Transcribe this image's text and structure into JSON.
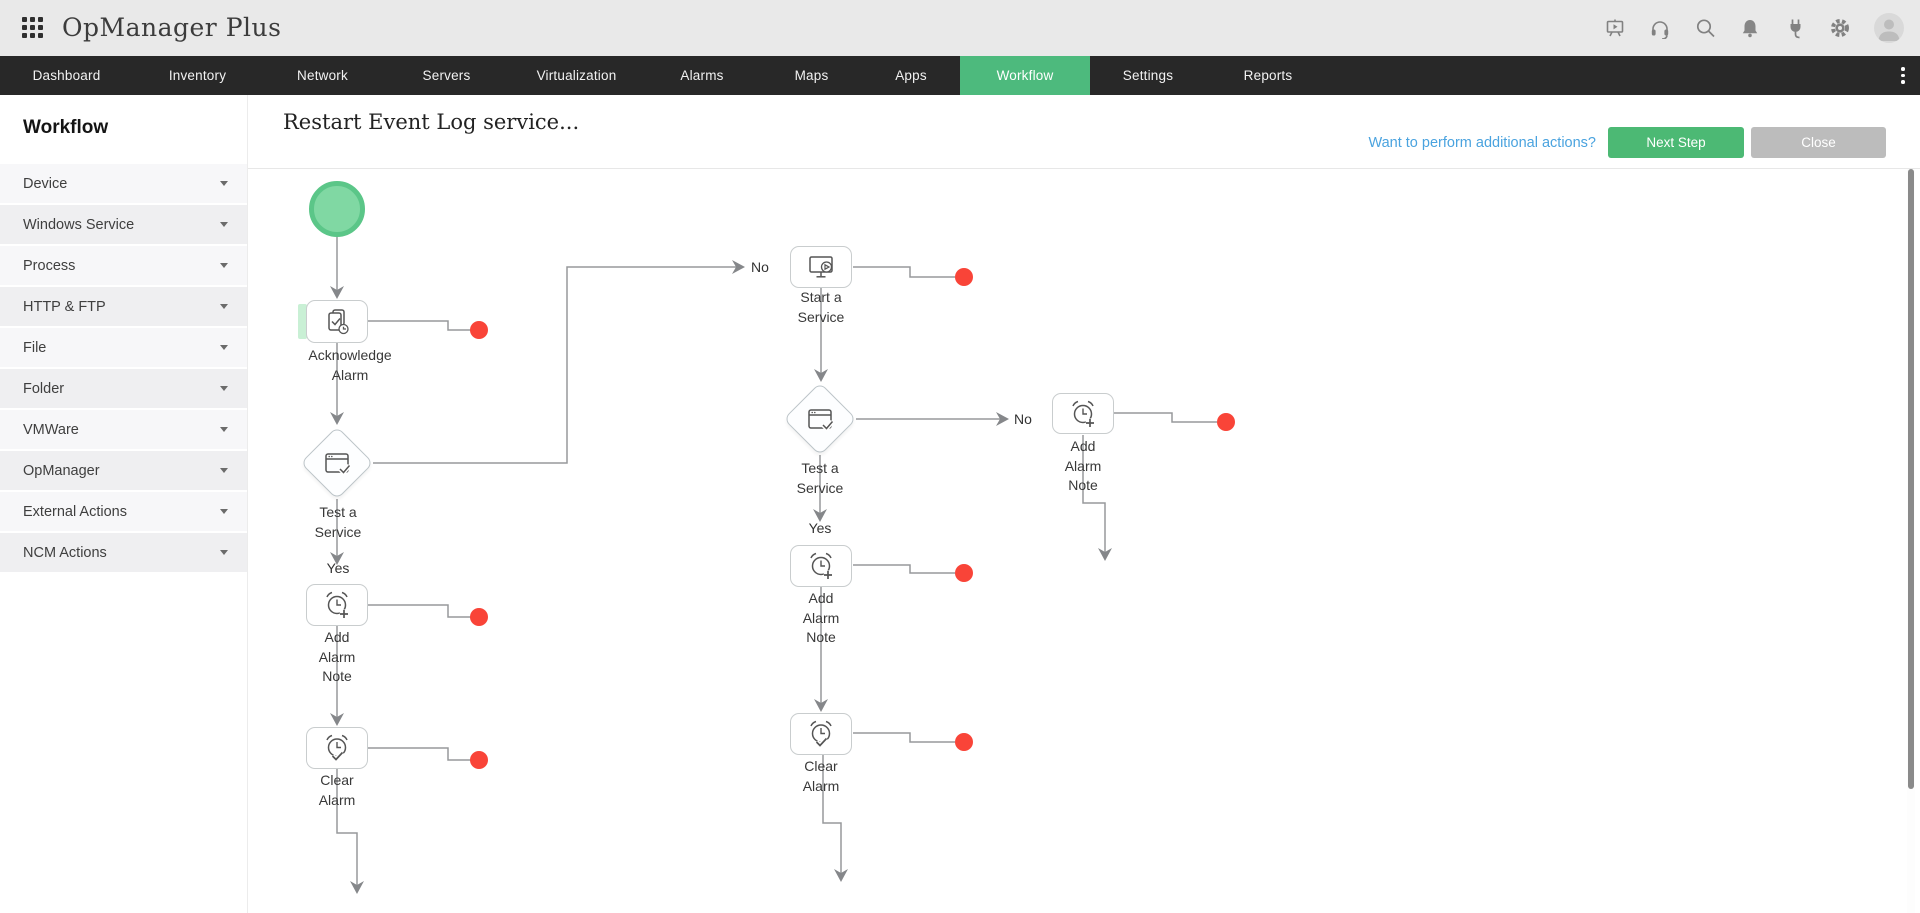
{
  "topbar": {
    "product_name": "OpManager Plus",
    "icons": [
      "apps-grid",
      "presentation-play",
      "headset",
      "search",
      "notification-bell",
      "plug",
      "settings-gear",
      "user-avatar"
    ]
  },
  "nav": {
    "tabs": [
      "Dashboard",
      "Inventory",
      "Network",
      "Servers",
      "Virtualization",
      "Alarms",
      "Maps",
      "Apps",
      "Workflow",
      "Settings",
      "Reports"
    ],
    "active_tab": "Workflow"
  },
  "sidebar": {
    "title": "Workflow",
    "items": [
      "Device",
      "Windows Service",
      "Process",
      "HTTP & FTP",
      "File",
      "Folder",
      "VMWare",
      "OpManager",
      "External Actions",
      "NCM Actions"
    ]
  },
  "header": {
    "title": "Restart Event Log service...",
    "help_link": "Want to perform additional actions?",
    "next_step_button": "Next Step",
    "close_button": "Close"
  },
  "workflow": {
    "start_node": "start-circle",
    "nodes": {
      "ack": {
        "label": "Acknowledge Alarm",
        "icon": "acknowledge-alarm-icon",
        "selected": true
      },
      "test1": {
        "label": "Test a Service",
        "icon": "test-service-icon",
        "shape": "diamond"
      },
      "addnote1": {
        "label": "Add Alarm Note",
        "icon": "add-alarm-note-icon"
      },
      "clear1": {
        "label": "Clear Alarm",
        "icon": "clear-alarm-icon"
      },
      "start_service": {
        "label": "Start a Service",
        "icon": "start-service-icon"
      },
      "test2": {
        "label": "Test a Service",
        "icon": "test-service-icon",
        "shape": "diamond"
      },
      "addnote2": {
        "label": "Add Alarm Note",
        "icon": "add-alarm-note-icon"
      },
      "addnote3": {
        "label": "Add Alarm Note",
        "icon": "add-alarm-note-icon"
      },
      "clear2": {
        "label": "Clear Alarm",
        "icon": "clear-alarm-icon"
      }
    },
    "branch_labels": {
      "no1": "No",
      "yes1": "Yes",
      "no2": "No",
      "yes2": "Yes"
    }
  },
  "colors": {
    "nav_active": "#4dba7d",
    "next_step_button": "#4cb974",
    "close_button": "#bcbcbc",
    "link": "#4aa3df",
    "connector_endpoint": "#f94438",
    "start_circle_fill": "#80d8a3",
    "start_circle_border": "#5bc688"
  }
}
